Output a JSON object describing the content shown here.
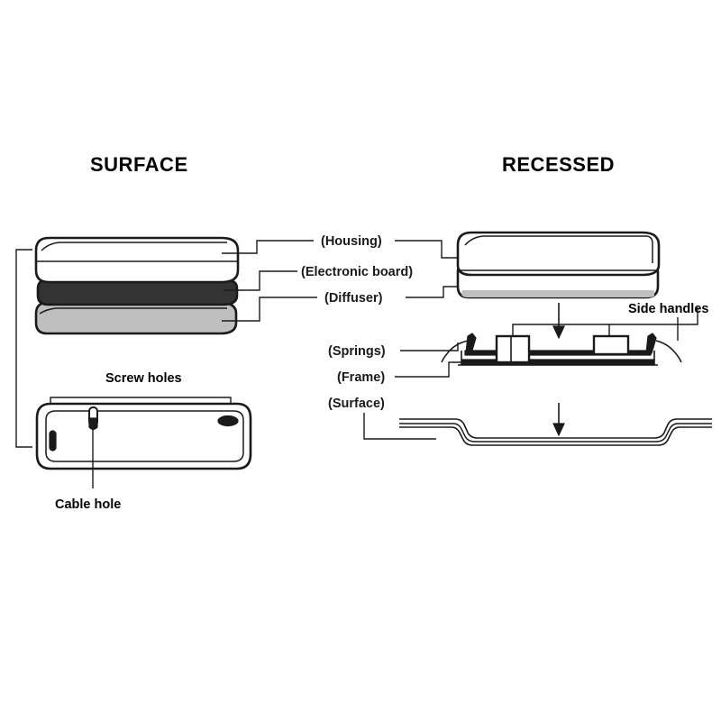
{
  "diagram": {
    "title_left": "SURFACE",
    "title_right": "RECESSED",
    "background_color": "#ffffff",
    "line_color": "#1a1a1a"
  },
  "headings": {
    "surface": "SURFACE",
    "recessed": "RECESSED"
  },
  "center_callouts": [
    {
      "id": "housing",
      "label": "(Housing)"
    },
    {
      "id": "electronic-board",
      "label": "(Electronic board)"
    },
    {
      "id": "diffuser",
      "label": "(Diffuser)"
    }
  ],
  "recessed_callouts": [
    {
      "id": "springs",
      "label": "(Springs)"
    },
    {
      "id": "frame",
      "label": "(Frame)"
    },
    {
      "id": "surface",
      "label": "(Surface)"
    }
  ],
  "annotations": {
    "side_handles": "Side handles",
    "screw_holes": "Screw holes",
    "cable_hole": "Cable hole"
  },
  "layers": {
    "housing_color": "#ffffff",
    "board_color": "#333333",
    "diffuser_color": "#bfbfbf"
  }
}
